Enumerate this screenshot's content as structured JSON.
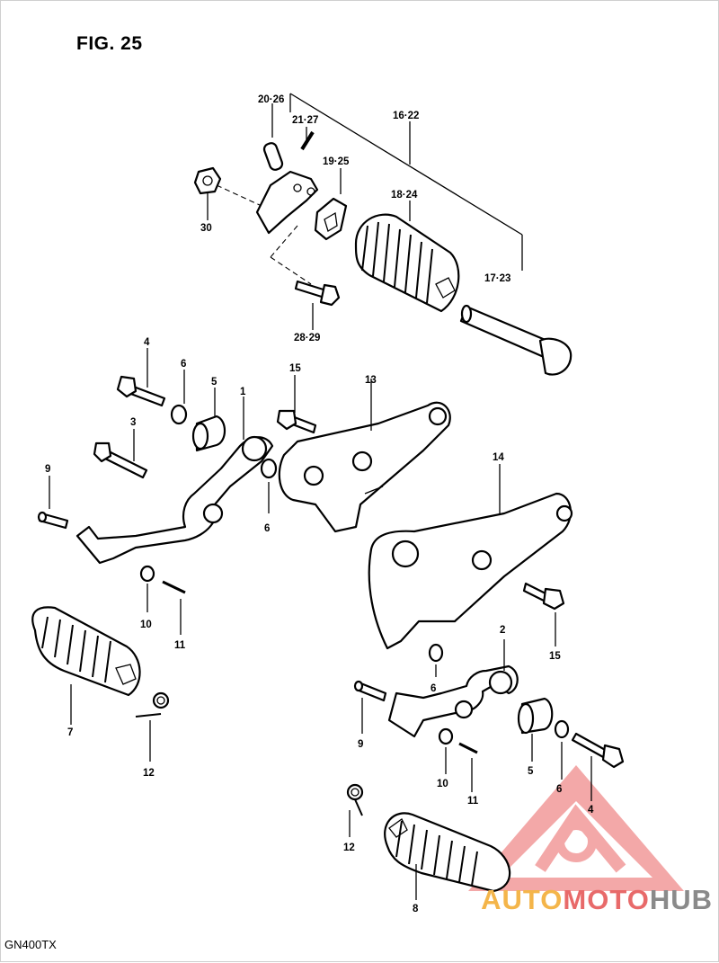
{
  "figure": {
    "title": "FIG. 25",
    "model": "GN400TX"
  },
  "watermark": {
    "part1": "AUTO",
    "part2": "MOTO",
    "part3": "HUB",
    "colors": {
      "orange": "#f4b54a",
      "red": "#e86a6a",
      "gray": "#8a8a8a",
      "triangle": "#f19a9a"
    }
  },
  "callouts": {
    "c20_26": "20·26",
    "c21_27": "21·27",
    "c16_22": "16·22",
    "c19_25": "19·25",
    "c18_24": "18·24",
    "c30": "30",
    "c17_23": "17·23",
    "c28_29": "28·29",
    "c4_top": "4",
    "c6_top": "6",
    "c5_top": "5",
    "c1": "1",
    "c15_top": "15",
    "c13": "13",
    "c3": "3",
    "c9_left": "9",
    "c6_mid": "6",
    "c14": "14",
    "c10_left": "10",
    "c11_left": "11",
    "c15_right": "15",
    "c7": "7",
    "c12_left": "12",
    "c2": "2",
    "c6_right": "6",
    "c9_right": "9",
    "c10_right": "10",
    "c11_right": "11",
    "c5_right": "5",
    "c6_right2": "6",
    "c4_right": "4",
    "c12_right": "12",
    "c8": "8"
  }
}
